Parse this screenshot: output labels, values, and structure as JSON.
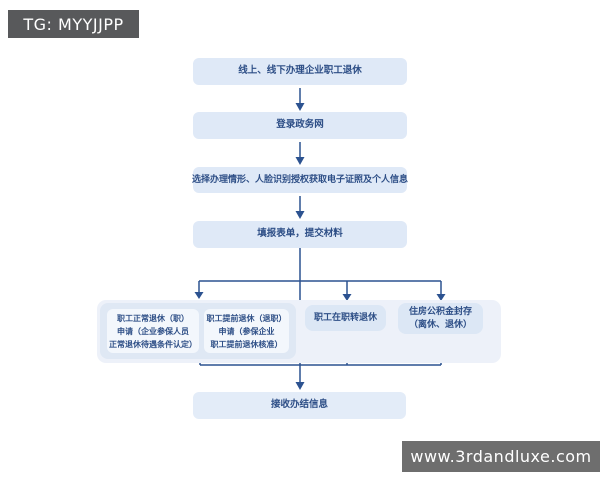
{
  "overlays": {
    "tg_badge": "TG: MYYJJPP",
    "watermark": "www.3rdandluxe.com"
  },
  "colors": {
    "line": "#2c5290",
    "node_fill": "#dfe9f7",
    "node_text": "#2d4e86",
    "container_fill": "#edf1f9",
    "subcontainer_fill": "#dfe8f4",
    "subnode_fill": "#f3f7fc",
    "badge_bg": "#58595b",
    "watermark_bg": "#6e6e6e"
  },
  "flowchart": {
    "nodes": {
      "start": "线上、线下办理企业职工退休",
      "login": "登录政务网",
      "select": "选择办理情形、人脸识别授权获取电子证照及个人信息",
      "form": "填报表单，提交材料",
      "branch_normal": {
        "line1": "职工正常退休（职）",
        "line2": "申请（企业参保人员",
        "line3": "正常退休待遇条件认定）"
      },
      "branch_early": {
        "line1": "职工提前退休（退职）",
        "line2": "申请（参保企业",
        "line3": "职工提前退休核准）"
      },
      "branch_transfer": "职工在职转退休",
      "branch_fund": {
        "line1": "住房公积金封存",
        "line2": "（离休、退休）"
      },
      "end": "接收办结信息"
    }
  }
}
